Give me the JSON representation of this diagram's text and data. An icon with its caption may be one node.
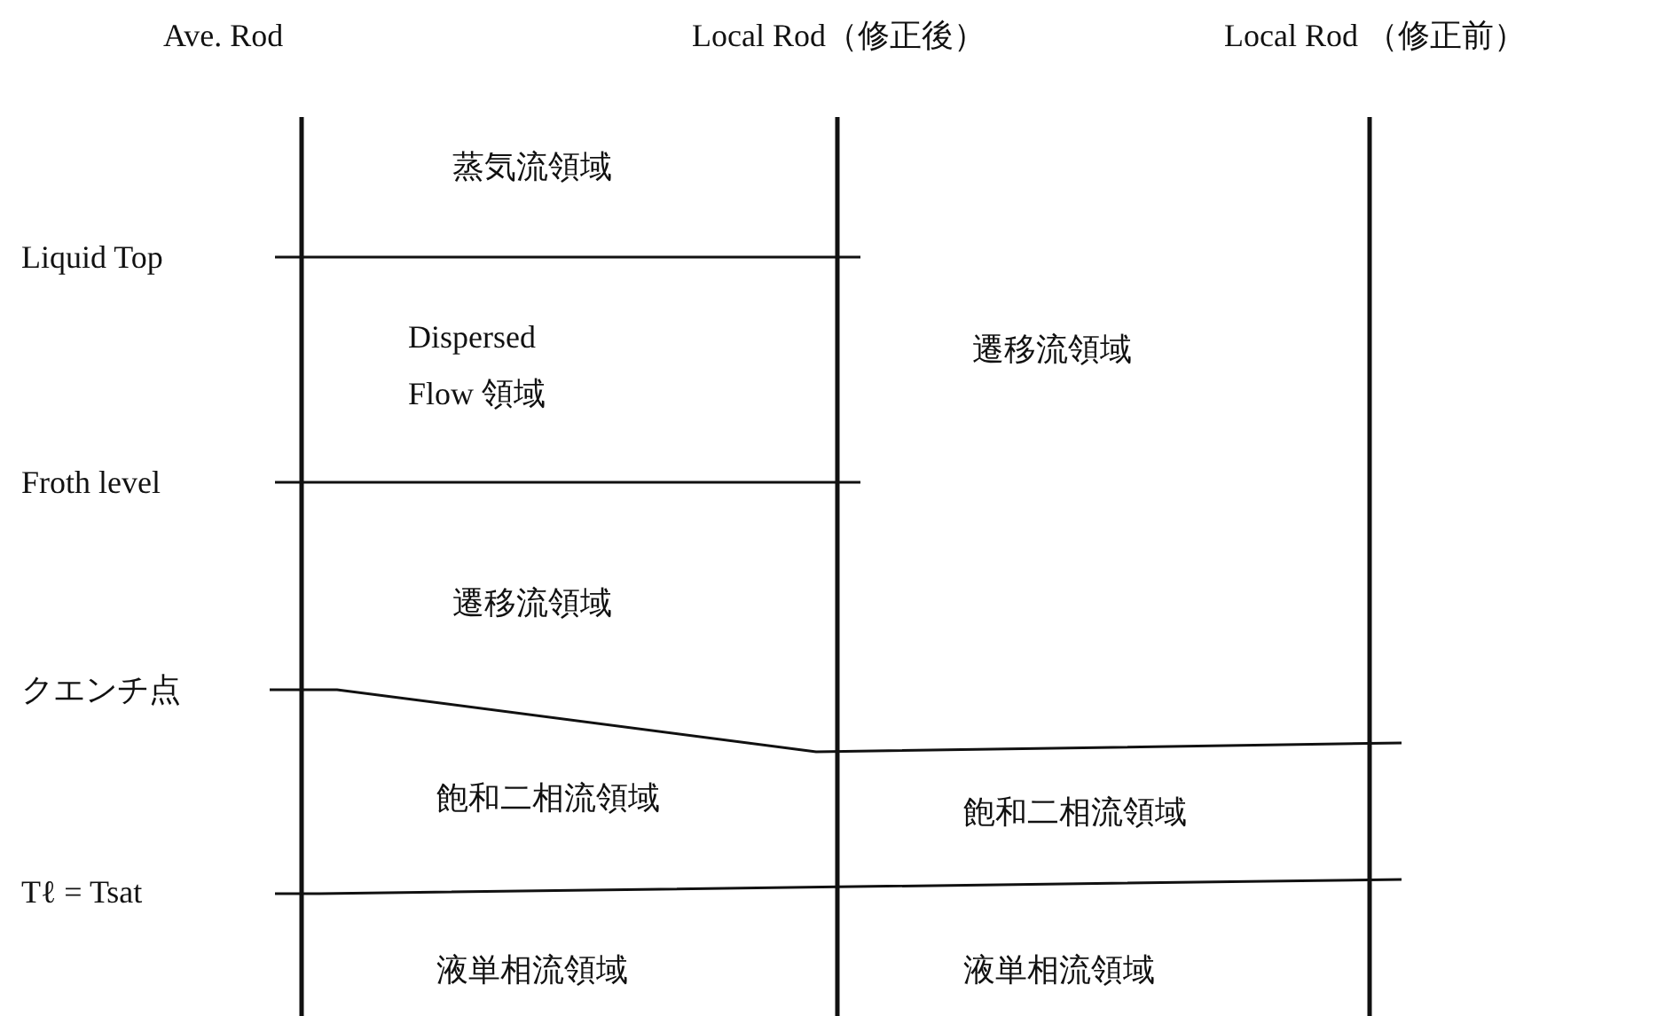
{
  "diagram": {
    "labels": [
      "Ave. Rod",
      "Local Rod（修正後）",
      "Local Rod （修正前）",
      "蒸気流領域",
      "Liquid Top",
      "Dispersed Flow 領域",
      "遷移流領域",
      "Froth level",
      "遷移流領域",
      "クエンチ点",
      "飽和二相流領域",
      "飽和二相流領域",
      "Tℓ = Tsat",
      "液単相流領域",
      "液単相流領域"
    ]
  }
}
